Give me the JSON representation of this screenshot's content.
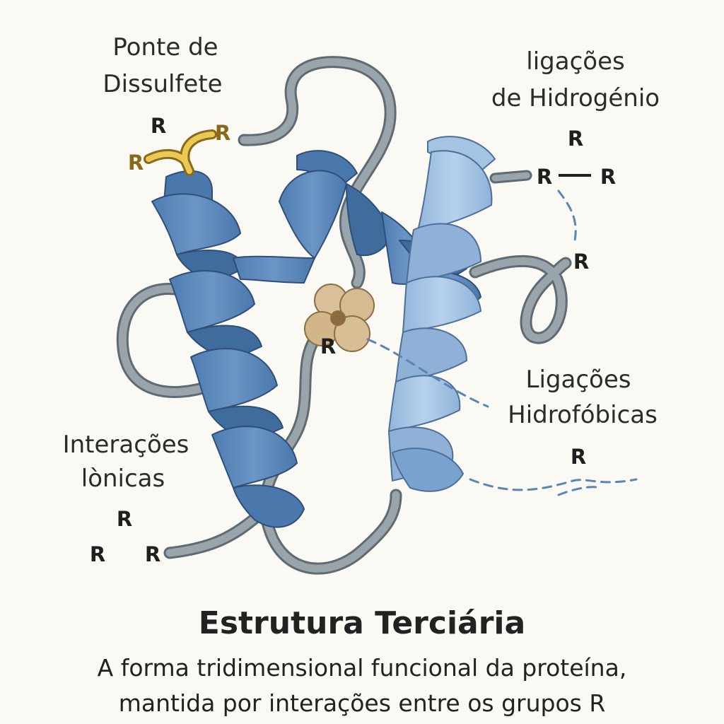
{
  "labels": {
    "disulfide": [
      "Ponte de",
      "Dissulfete"
    ],
    "hydrogen": [
      "ligações",
      "de Hidrogénio"
    ],
    "hydrophobic": [
      "Ligações",
      "Hidrofóbicas"
    ],
    "ionic": [
      "Interações",
      "lònicas"
    ]
  },
  "r_group": "R",
  "title": "Estrutura Terciária",
  "subtitle_lines": [
    "A forma tridimensional funcional da proteína,",
    "mantida por interações entre os grupos R"
  ],
  "colors": {
    "background": "#fbf9f3",
    "helix_dark": "#5b87ba",
    "helix_light": "#a9c6e4",
    "loop": "#8b969c",
    "disulfide_bond": "#e9c64e",
    "hydrophobic_core": "#d8bd92",
    "dashed_bond": "#5a86b5"
  },
  "icons": [
    "alpha-helix-ribbon",
    "random-coil-loop",
    "disulfide-bond",
    "hydrophobic-core-cluster",
    "dashed-interaction-line"
  ]
}
